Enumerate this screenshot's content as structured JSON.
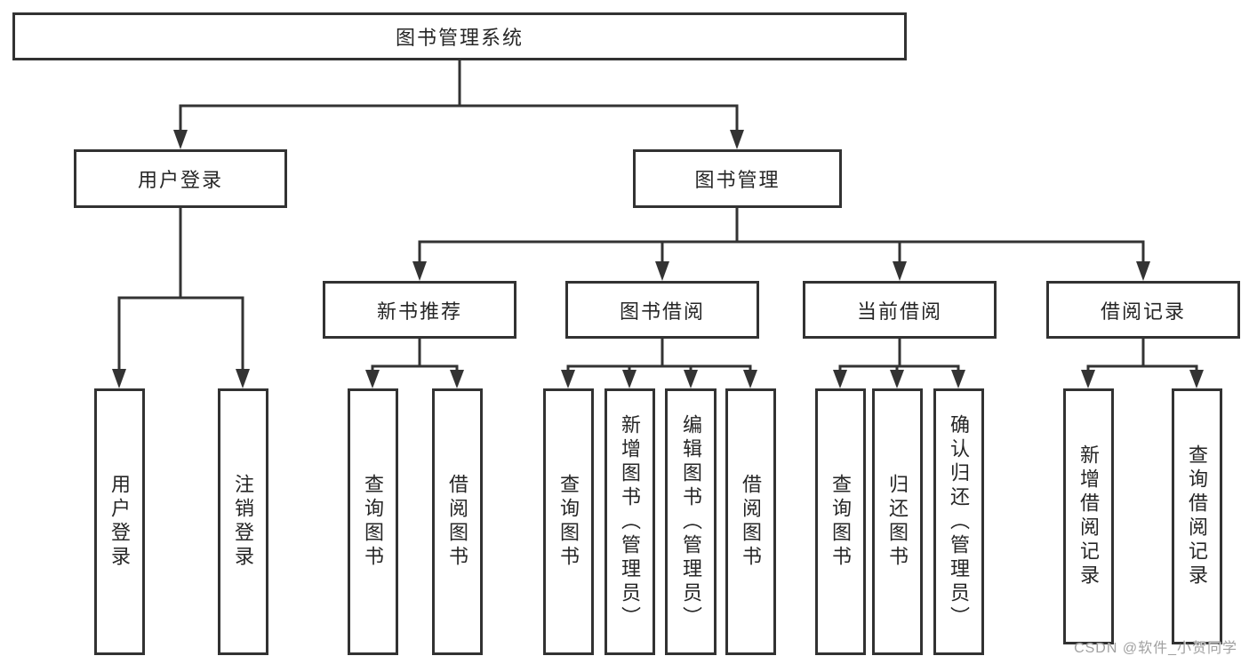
{
  "diagram": {
    "root": {
      "label": "图书管理系统"
    },
    "level2": {
      "user_login": {
        "label": "用户登录"
      },
      "book_mgmt": {
        "label": "图书管理"
      }
    },
    "level3": {
      "new_book": {
        "label": "新书推荐"
      },
      "book_borrow": {
        "label": "图书借阅"
      },
      "current_borrow": {
        "label": "当前借阅"
      },
      "borrow_record": {
        "label": "借阅记录"
      }
    },
    "leaves": {
      "ul1": {
        "label": "用户登录"
      },
      "ul2": {
        "label": "注销登录"
      },
      "nb1": {
        "label": "查询图书"
      },
      "nb2": {
        "label": "借阅图书"
      },
      "bb1": {
        "label": "查询图书"
      },
      "bb2": {
        "label": "新增图书（管理员）"
      },
      "bb3": {
        "label": "编辑图书（管理员）"
      },
      "bb4": {
        "label": "借阅图书"
      },
      "cb1": {
        "label": "查询图书"
      },
      "cb2": {
        "label": "归还图书"
      },
      "cb3": {
        "label": "确认归还（管理员）"
      },
      "br1": {
        "label": "新增借阅记录"
      },
      "br2": {
        "label": "查询借阅记录"
      }
    },
    "watermark": "CSDN @软件_小贺同学",
    "colors": {
      "line": "#333333",
      "box_border": "#323232",
      "text": "#262626",
      "watermark": "#a0a0a0",
      "background": "#ffffff"
    }
  }
}
